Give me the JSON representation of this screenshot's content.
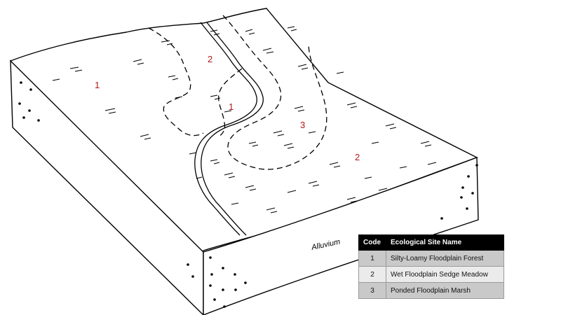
{
  "zones": [
    {
      "code": "1",
      "name": "Silty-Loamy Floodplain Forest"
    },
    {
      "code": "2",
      "name": "Wet Floodplain Sedge Meadow"
    },
    {
      "code": "3",
      "name": "Ponded Floodplain Marsh"
    }
  ],
  "map_labels": [
    "1",
    "2",
    "1",
    "3",
    "2"
  ],
  "alluvium_label": "Alluvium",
  "legend": {
    "header_code": "Code",
    "header_name": "Ecological Site Name",
    "rows": [
      {
        "code": "1",
        "name": "Silty-Loamy Floodplain Forest"
      },
      {
        "code": "2",
        "name": "Wet Floodplain Sedge Meadow"
      },
      {
        "code": "3",
        "name": "Ponded Floodplain Marsh"
      }
    ]
  },
  "colors": {
    "zone_label": "#b01818",
    "legend_header": "#000000",
    "legend_row": "#c9c9c9",
    "legend_row_alt": "#ebebeb"
  }
}
